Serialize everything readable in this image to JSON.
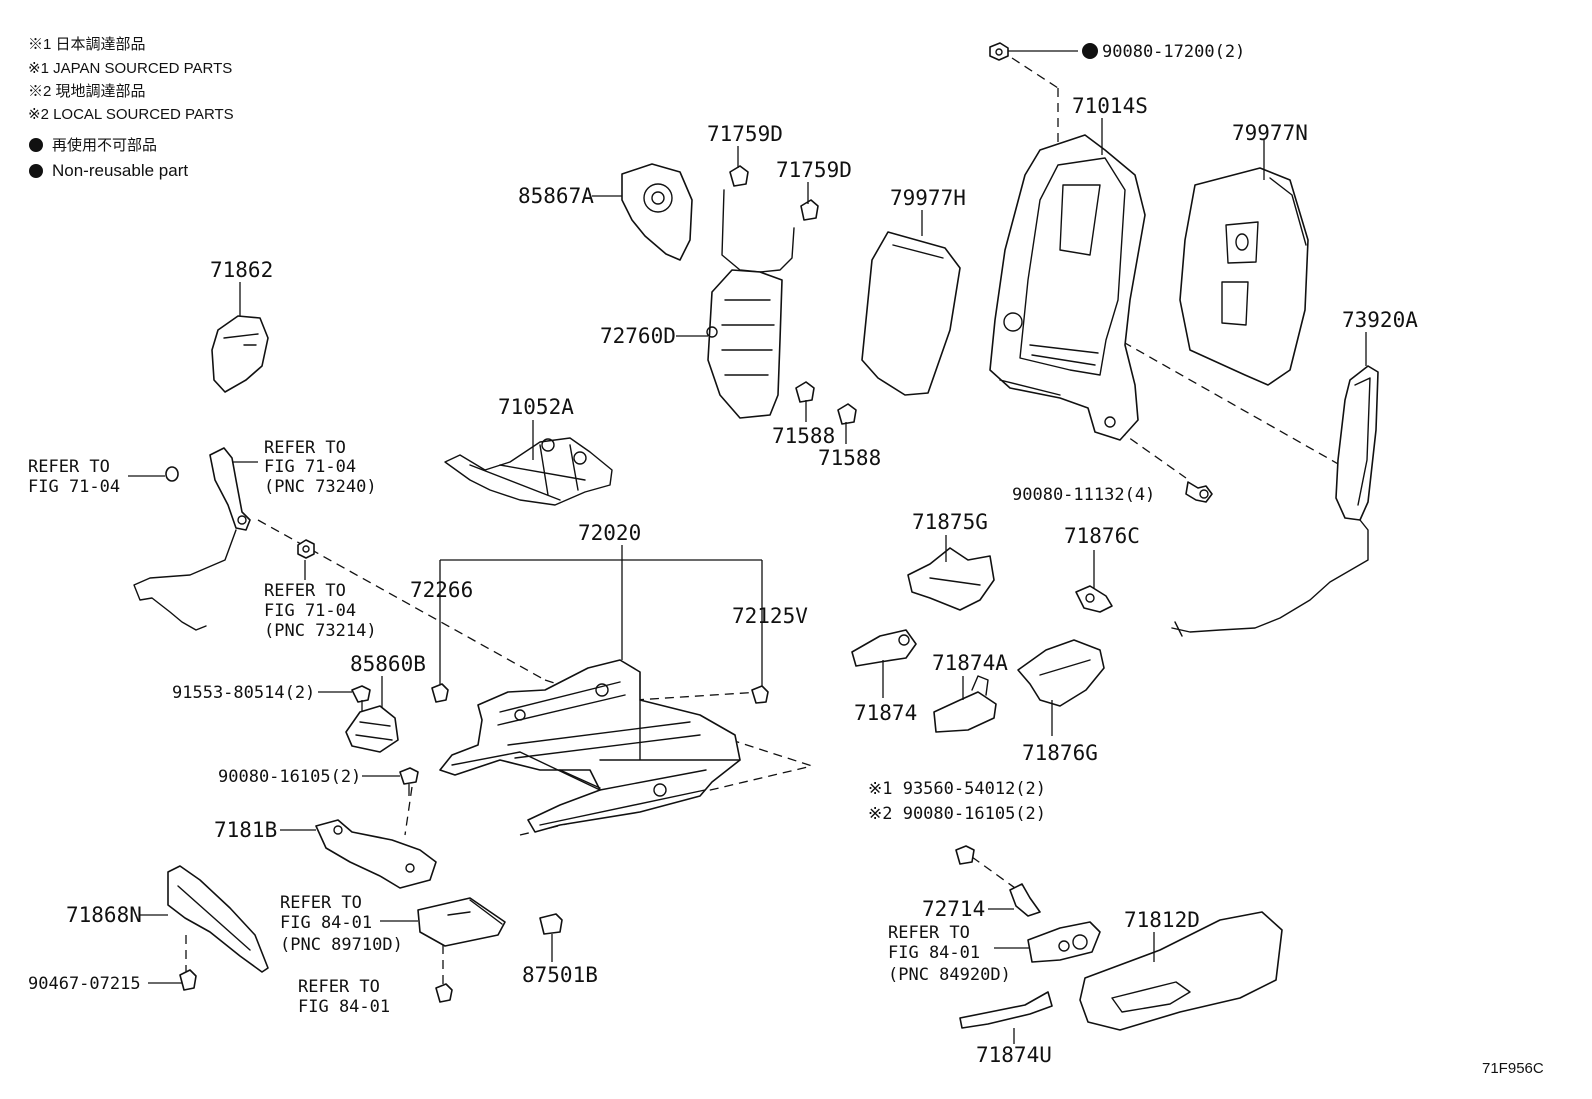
{
  "legend": [
    "※1 日本調達部品",
    "※1 JAPAN SOURCED PARTS",
    "※2 現地調達部品",
    "※2 LOCAL SOURCED PARTS",
    "再使用不可部品",
    "Non-reusable part"
  ],
  "figure_code": "71F956C",
  "labels": {
    "p90080_17200": "90080-17200(2)",
    "p71014S": "71014S",
    "p79977N": "79977N",
    "p79977H": "79977H",
    "p71759D_a": "71759D",
    "p71759D_b": "71759D",
    "p85867A": "85867A",
    "p71862": "71862",
    "p72760D": "72760D",
    "p73920A": "73920A",
    "p71588_a": "71588",
    "p71588_b": "71588",
    "p71052A": "71052A",
    "p90080_11132": "90080-11132(4)",
    "p72020": "72020",
    "p72266": "72266",
    "p72125V": "72125V",
    "p71875G": "71875G",
    "p71876C": "71876C",
    "p85860B": "85860B",
    "p91553": "91553-80514(2)",
    "p71874A": "71874A",
    "p71874": "71874",
    "p71876G": "71876G",
    "p90080_16105": "90080-16105(2)",
    "p7181B": "7181B",
    "p93560": "※1 93560-54012(2)",
    "p90080_16105b": "※2 90080-16105(2)",
    "p71868N": "71868N",
    "p87501B": "87501B",
    "p72714": "72714",
    "p71812D": "71812D",
    "p90467": "90467-07215",
    "p71874U": "71874U"
  },
  "refer": {
    "r1": [
      "REFER TO",
      "FIG 71-04"
    ],
    "r2": [
      "REFER TO",
      "FIG 71-04",
      "(PNC 73240)"
    ],
    "r3": [
      "REFER TO",
      "FIG 71-04",
      "(PNC 73214)"
    ],
    "r4": [
      "REFER TO",
      "FIG 84-01",
      "(PNC 89710D)"
    ],
    "r5": [
      "REFER TO",
      "FIG 84-01"
    ],
    "r6": [
      "REFER TO",
      "FIG 84-01",
      "(PNC 84920D)"
    ]
  }
}
